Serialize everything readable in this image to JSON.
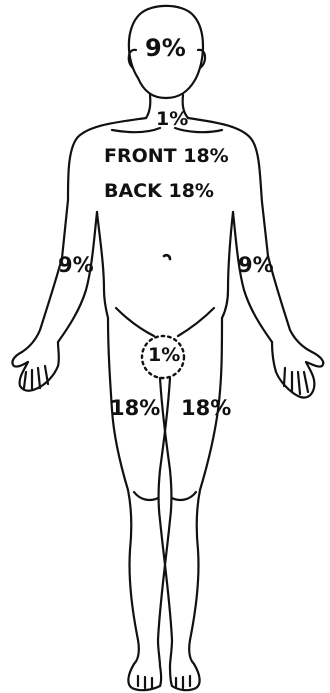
{
  "labels": {
    "head": "9%",
    "neck": "1%",
    "trunk_front": "FRONT 18%",
    "trunk_back": "BACK 18%",
    "left_arm": "9%",
    "right_arm": "9%",
    "perineum": "1%",
    "left_leg": "18%",
    "right_leg": "18%"
  },
  "colors": {
    "line": "#111111",
    "background": "#ffffff"
  }
}
